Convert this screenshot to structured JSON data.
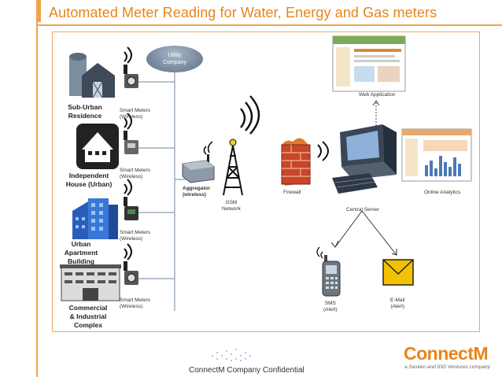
{
  "title": "Automated Meter Reading for Water, Energy and Gas meters",
  "utility": {
    "line1": "Utility",
    "line2": "Company"
  },
  "residences": [
    {
      "line1": "Sub-Urban",
      "line2": "Residence"
    },
    {
      "line1": "Independent",
      "line2": "House (Urban)"
    },
    {
      "line1": "Urban",
      "line2": "Apartment",
      "line3": "Building"
    },
    {
      "line1": "Commercial",
      "line2": "& Industrial",
      "line3": "Complex"
    }
  ],
  "meter_label": {
    "line1": "Smart Meters",
    "line2": "(Wireless)"
  },
  "aggregator": {
    "line1": "Aggregator",
    "line2": "(wireless)"
  },
  "gsm": {
    "line1": "GSM",
    "line2": "Network"
  },
  "firewall": "Firewall",
  "web_application": "Web Application",
  "online_analytics": "Online Analytics",
  "central_server": "Central Server",
  "sms": {
    "line1": "SMS",
    "line2": "(Alert)"
  },
  "email": {
    "line1": "E-Mail",
    "line2": "(Alert)"
  },
  "footer": "ConnectM  Company Confidential",
  "logo": {
    "name": "ConnectM",
    "tagline": "a Sasken and IDG Ventures company"
  },
  "colors": {
    "accent": "#e8841a",
    "line": "#8a9bb2",
    "pill": "#5e6f86"
  }
}
